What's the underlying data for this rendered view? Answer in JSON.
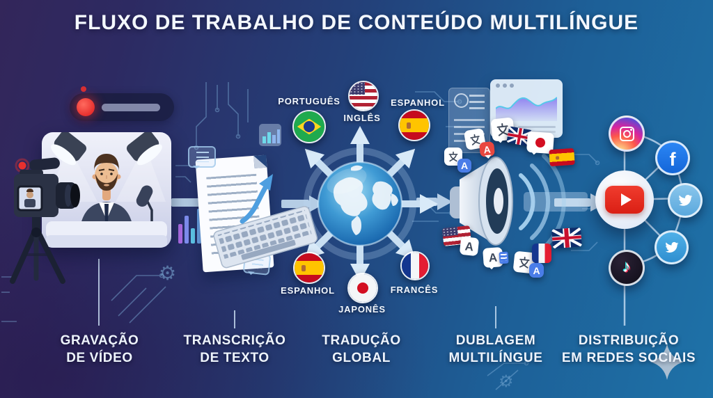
{
  "title": "FLUXO DE TRABALHO DE CONTEÚDO MULTILÍNGUE",
  "stages": [
    {
      "name": "gravacao-de-video",
      "line1": "GRAVAÇÃO",
      "line2": "DE VÍDEO"
    },
    {
      "name": "transcricao-de-texto",
      "line1": "TRANSCRIÇÃO",
      "line2": "DE TEXTO"
    },
    {
      "name": "traducao-global",
      "line1": "TRADUÇÃO",
      "line2": "GLOBAL"
    },
    {
      "name": "dublagem-multilingue",
      "line1": "DUBLAGEM",
      "line2": "MULTILÍNGUE"
    },
    {
      "name": "distribuicao-redes",
      "line1": "DISTRIBUIÇÃO",
      "line2": "EM REDES SOCIAIS"
    }
  ],
  "languages_top": [
    {
      "label": "PORTUGUÊS",
      "flag": "brazil"
    },
    {
      "label": "INGLÊS",
      "flag": "usa"
    },
    {
      "label": "ESPANHOL",
      "flag": "spain"
    }
  ],
  "languages_bottom": [
    {
      "label": "ESPANHOL",
      "flag": "spain"
    },
    {
      "label": "JAPONÊS",
      "flag": "japan"
    },
    {
      "label": "FRANCÊS",
      "flag": "france"
    }
  ],
  "dubbing_flags": [
    "uk",
    "japan",
    "spain",
    "usa",
    "france",
    "uk"
  ],
  "glyphs": {
    "cjk_char": "文",
    "latin_char": "A",
    "facebook": "f",
    "tiktok_note": "♪",
    "gear": "⚙"
  },
  "social_icons": [
    "instagram",
    "facebook",
    "twitter",
    "twitter",
    "tiktok",
    "youtube"
  ],
  "colors": {
    "background_left": "#33265a",
    "background_right": "#1e72a8",
    "arrow": "#b5cde5",
    "record_red": "#e8302e",
    "youtube_red": "#e62117",
    "facebook_blue": "#1877f2",
    "twitter_blue": "#5bb0e4",
    "tiktok_dark": "#16121f"
  }
}
